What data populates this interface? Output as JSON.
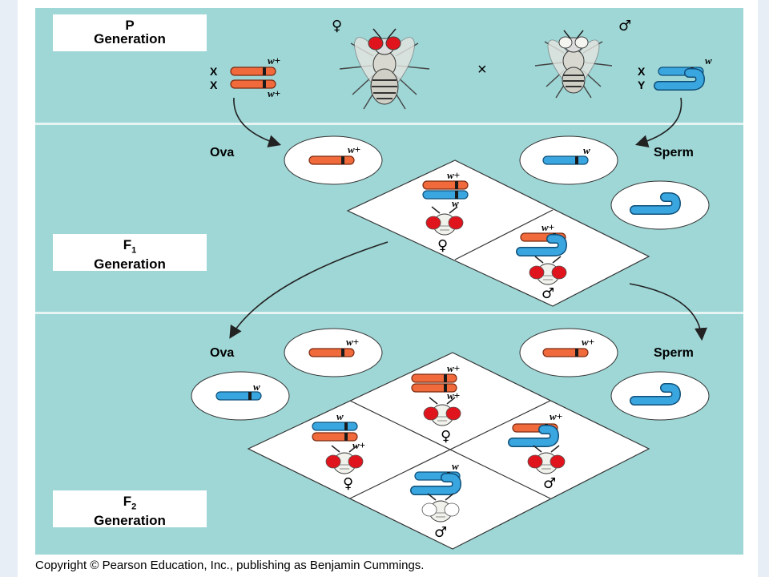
{
  "labels": {
    "p_gen": {
      "line1": "P",
      "line2": "Generation"
    },
    "f1_gen": {
      "line1": "F",
      "sub": "1",
      "line2": "Generation"
    },
    "f2_gen": {
      "line1": "F",
      "sub": "2",
      "line2": "Generation"
    },
    "ova": "Ova",
    "sperm": "Sperm",
    "x": "X",
    "y": "Y",
    "cross": "×",
    "female": "♀",
    "male": "♂",
    "w_plus": "w+",
    "w": "w"
  },
  "copyright": "Copyright © Pearson Education, Inc., publishing as Benjamin Cummings.",
  "colors": {
    "background": "#9fd6d6",
    "x_wildtype": "#f06a3c",
    "x_white": "#3aa6e0",
    "eye_red": "#e0141c"
  },
  "icons": [
    "female-fly-icon",
    "male-fly-icon",
    "red-eyed-fly-icon",
    "white-eyed-fly-icon",
    "chromosome-icon",
    "arrow-icon"
  ]
}
